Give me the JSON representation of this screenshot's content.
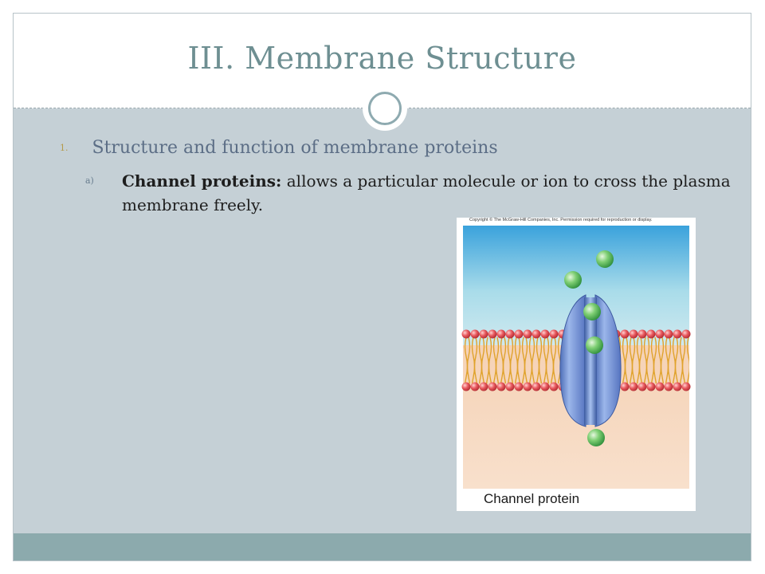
{
  "slide": {
    "title": "III. Membrane Structure",
    "item1": {
      "number": "1.",
      "text": "Structure and function of membrane proteins"
    },
    "item1a": {
      "number": "a)",
      "term": "Channel proteins:",
      "text": " allows a particular molecule or ion to cross the plasma membrane freely."
    }
  },
  "figure": {
    "copyright": "Copyright © The McGraw-Hill Companies, Inc. Permission required for reproduction or display.",
    "caption": "Channel protein"
  },
  "colors": {
    "title": "#6e8f92",
    "content_bg": "#c5d0d6",
    "bottom_band": "#8caaad",
    "molecule": "#6fc06a",
    "protein": "#6f8fd0"
  }
}
